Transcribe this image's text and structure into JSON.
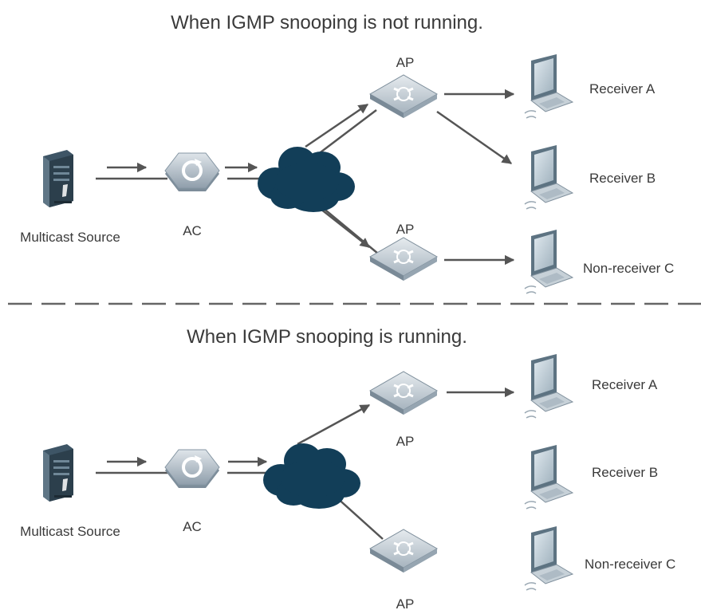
{
  "top_panel": {
    "title": "When IGMP snooping is not running.",
    "source_label": "Multicast Source",
    "controller_label": "AC",
    "ap_upper_label": "AP",
    "ap_lower_label": "AP",
    "receiver_a": "Receiver A",
    "receiver_b": "Receiver B",
    "receiver_c": "Non-receiver C"
  },
  "bottom_panel": {
    "title": "When IGMP snooping is running.",
    "source_label": "Multicast Source",
    "controller_label": "AC",
    "ap_upper_label": "AP",
    "ap_lower_label": "AP",
    "receiver_a": "Receiver A",
    "receiver_b": "Receiver B",
    "receiver_c": "Non-receiver C"
  },
  "colors": {
    "device_light": "#c3cdd6",
    "device_dark": "#8797a5",
    "cloud": "#123e58",
    "server": "#3e5566",
    "arrow": "#555555",
    "separator": "#666666"
  }
}
